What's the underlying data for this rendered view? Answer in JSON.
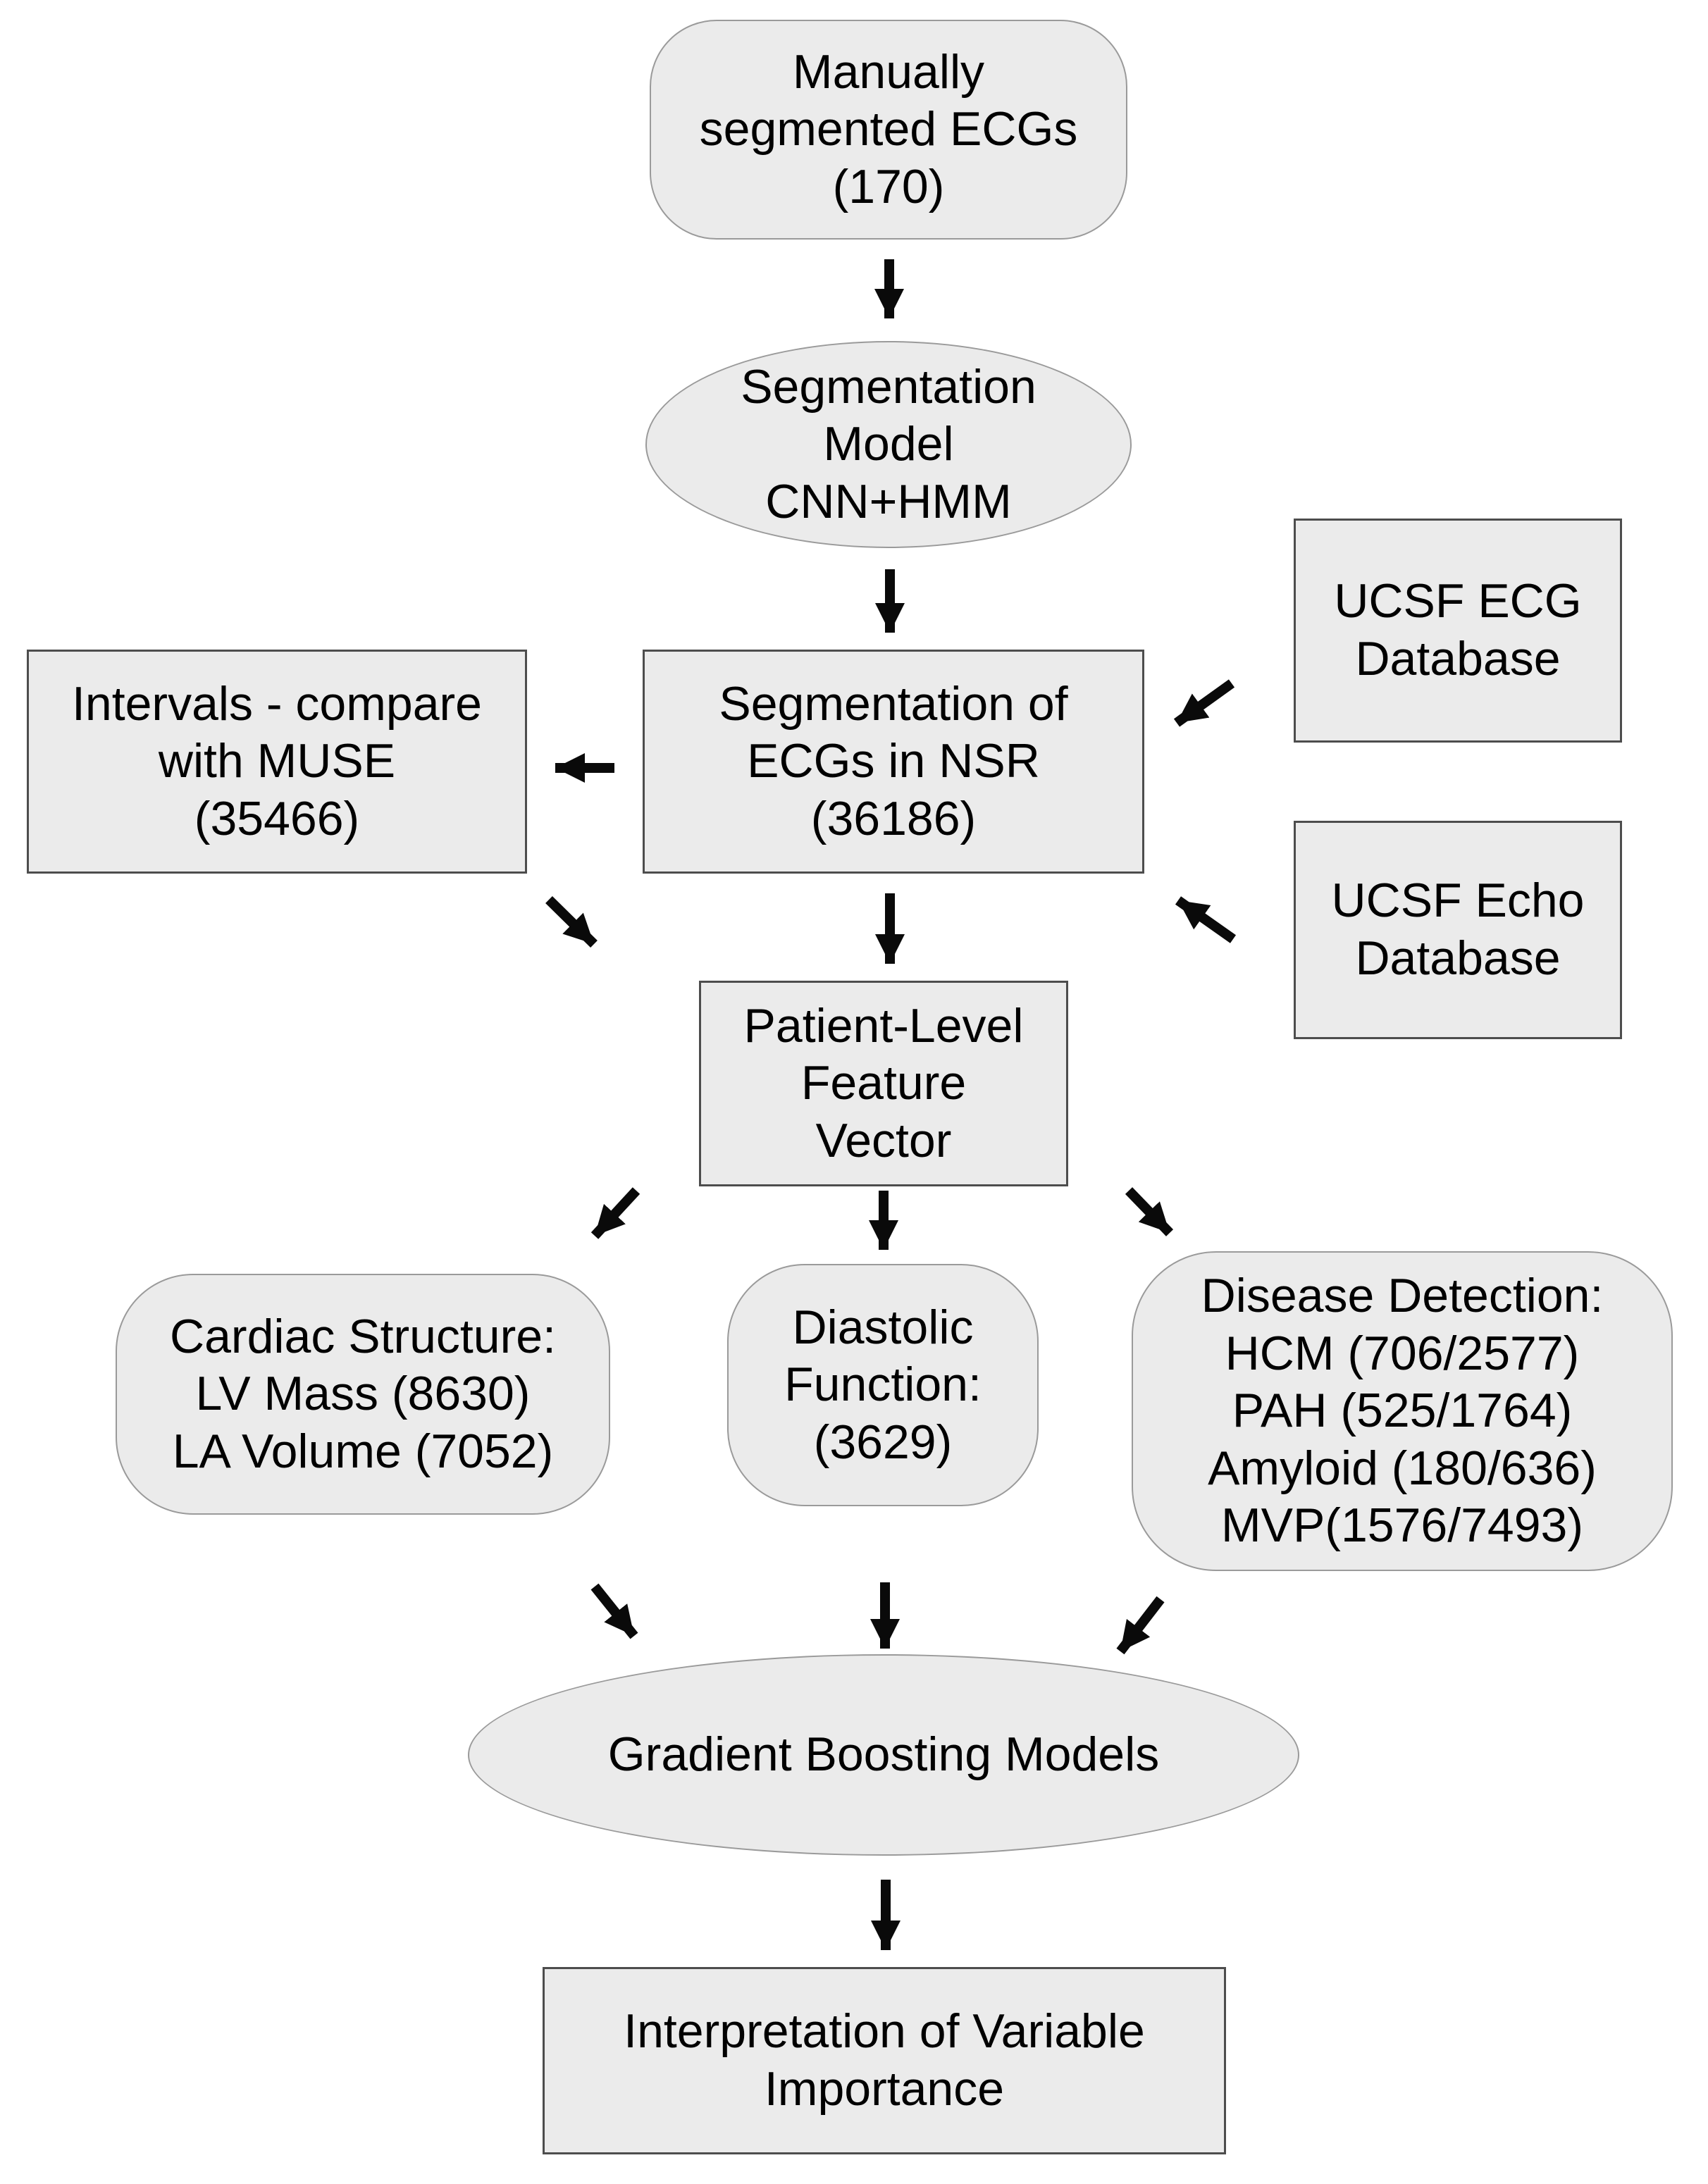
{
  "colors": {
    "background": "#ffffff",
    "node_fill": "#ebebeb",
    "rect_border": "#4d4d4d",
    "rounded_border": "#9a9a9a",
    "arrow": "#0a0a0a",
    "text": "#000000"
  },
  "nodes": {
    "manual_ecgs": {
      "shape": "rounded",
      "label": "Manually\nsegmented ECGs\n(170)"
    },
    "segmentation_model": {
      "shape": "ellipse",
      "label": "Segmentation\nModel\nCNN+HMM"
    },
    "ucsf_ecg_db": {
      "shape": "rect",
      "label": "UCSF ECG\nDatabase"
    },
    "intervals_muse": {
      "shape": "rect",
      "label": "Intervals - compare\nwith MUSE\n(35466)"
    },
    "segmentation_nsr": {
      "shape": "rect",
      "label": "Segmentation of\nECGs in NSR\n(36186)"
    },
    "ucsf_echo_db": {
      "shape": "rect",
      "label": "UCSF Echo\nDatabase"
    },
    "patient_feature_vector": {
      "shape": "rect",
      "label": "Patient-Level\nFeature\nVector"
    },
    "cardiac_structure": {
      "shape": "rounded",
      "label": "Cardiac Structure:\nLV Mass (8630)\nLA Volume (7052)"
    },
    "diastolic_function": {
      "shape": "rounded",
      "label": "Diastolic\nFunction:\n(3629)"
    },
    "disease_detection": {
      "shape": "rounded",
      "label": "Disease Detection:\nHCM (706/2577)\nPAH (525/1764)\nAmyloid (180/636)\nMVP(1576/7493)"
    },
    "gradient_boosting": {
      "shape": "ellipse",
      "label": "Gradient Boosting Models"
    },
    "interpretation": {
      "shape": "rect",
      "label": "Interpretation of Variable\nImportance"
    }
  },
  "edges": [
    {
      "from": "manual_ecgs",
      "to": "segmentation_model"
    },
    {
      "from": "segmentation_model",
      "to": "segmentation_nsr"
    },
    {
      "from": "segmentation_nsr",
      "to": "intervals_muse"
    },
    {
      "from": "ucsf_ecg_db",
      "to": "segmentation_nsr"
    },
    {
      "from": "ucsf_echo_db",
      "to": "segmentation_nsr"
    },
    {
      "from": "intervals_muse",
      "to": "patient_feature_vector"
    },
    {
      "from": "segmentation_nsr",
      "to": "patient_feature_vector"
    },
    {
      "from": "patient_feature_vector",
      "to": "cardiac_structure"
    },
    {
      "from": "patient_feature_vector",
      "to": "diastolic_function"
    },
    {
      "from": "patient_feature_vector",
      "to": "disease_detection"
    },
    {
      "from": "cardiac_structure",
      "to": "gradient_boosting"
    },
    {
      "from": "diastolic_function",
      "to": "gradient_boosting"
    },
    {
      "from": "disease_detection",
      "to": "gradient_boosting"
    },
    {
      "from": "gradient_boosting",
      "to": "interpretation"
    }
  ]
}
